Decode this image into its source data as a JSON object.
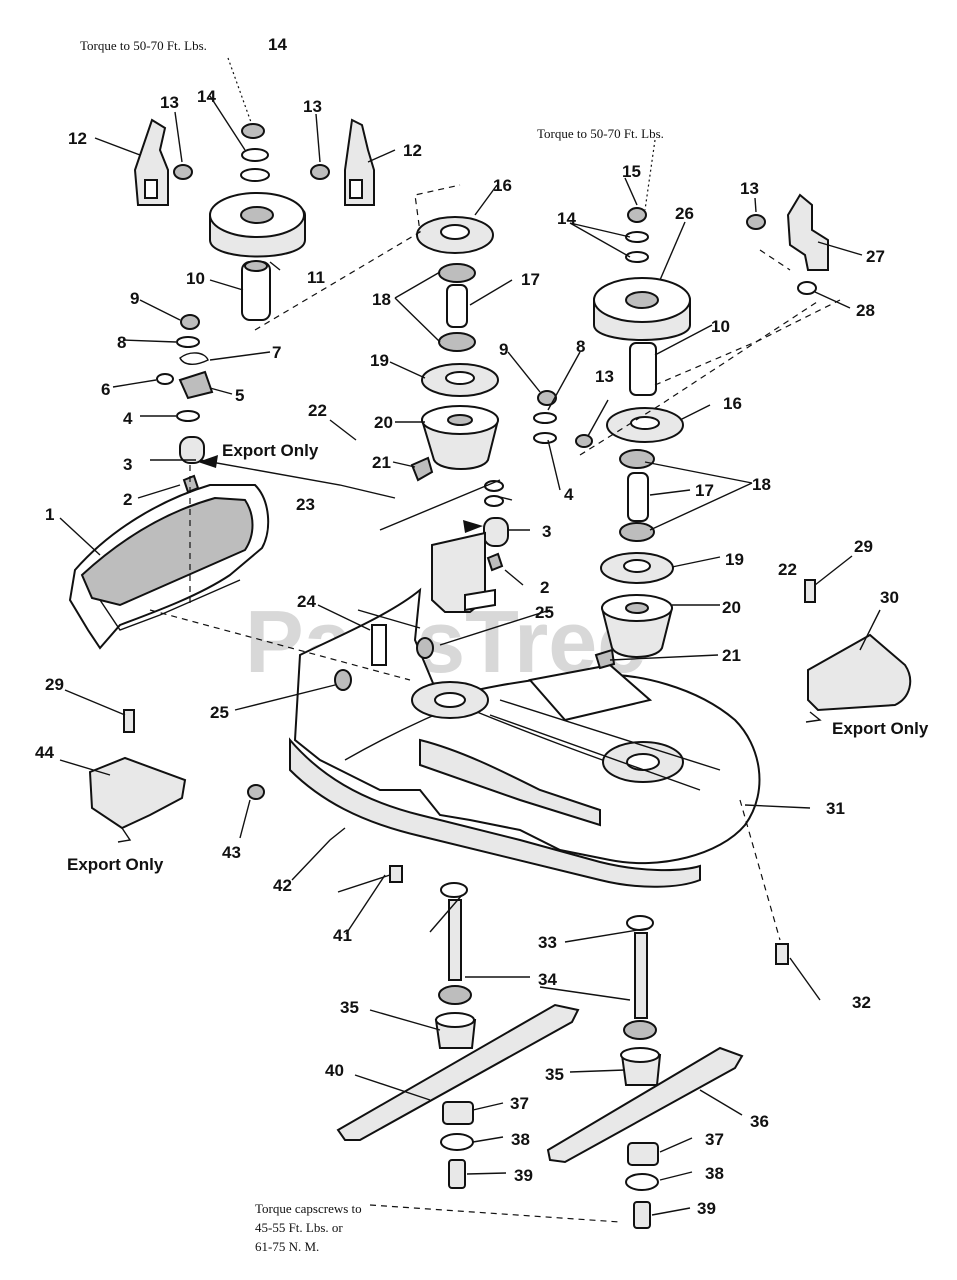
{
  "notes": {
    "torque_left": "Torque to 50-70 Ft. Lbs.",
    "torque_right": "Torque to 50-70 Ft. Lbs.",
    "torque_capscrews_1": "Torque capscrews to",
    "torque_capscrews_2": "45-55 Ft. Lbs. or",
    "torque_capscrews_3": "61-75 N. M."
  },
  "export_labels": {
    "center": "Export Only",
    "right": "Export Only",
    "left": "Export Only"
  },
  "watermark": "PartsTree",
  "callouts": {
    "c1": "1",
    "c2a": "2",
    "c2b": "2",
    "c3a": "3",
    "c3b": "3",
    "c4a": "4",
    "c4b": "4",
    "c5": "5",
    "c6": "6",
    "c7": "7",
    "c8a": "8",
    "c8b": "8",
    "c9a": "9",
    "c9b": "9",
    "c10a": "10",
    "c10b": "10",
    "c11": "11",
    "c12a": "12",
    "c12b": "12",
    "c13a": "13",
    "c13b": "13",
    "c13c": "13",
    "c13d": "13",
    "c14a": "14",
    "c14b": "14",
    "c14c": "14",
    "c15": "15",
    "c16a": "16",
    "c16b": "16",
    "c17a": "17",
    "c17b": "17",
    "c18a": "18",
    "c18b": "18",
    "c19a": "19",
    "c19b": "19",
    "c20a": "20",
    "c20b": "20",
    "c21a": "21",
    "c21b": "21",
    "c22a": "22",
    "c22b": "22",
    "c23": "23",
    "c24": "24",
    "c25a": "25",
    "c25b": "25",
    "c26": "26",
    "c27": "27",
    "c28": "28",
    "c29a": "29",
    "c29b": "29",
    "c30": "30",
    "c31": "31",
    "c32": "32",
    "c33": "33",
    "c34": "34",
    "c35a": "35",
    "c35b": "35",
    "c36": "36",
    "c37a": "37",
    "c37b": "37",
    "c38a": "38",
    "c38b": "38",
    "c39a": "39",
    "c39b": "39",
    "c40": "40",
    "c41": "41",
    "c42": "42",
    "c43": "43",
    "c44": "44"
  }
}
